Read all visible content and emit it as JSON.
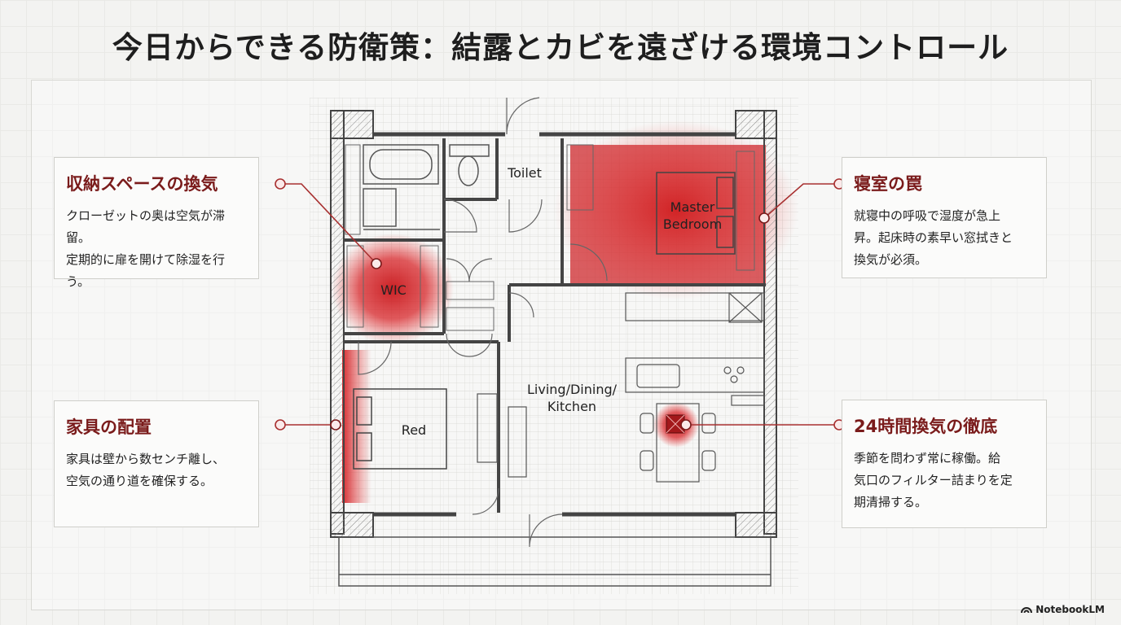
{
  "title": "今日からできる防衛策：結露とカビを遠ざける環境コントロール",
  "cards": {
    "storage": {
      "title": "収納スペースの換気",
      "text": "クローゼットの奥は空気が滞留。\n定期的に扉を開けて除湿を行う。"
    },
    "furniture": {
      "title": "家具の配置",
      "text": "家具は壁から数センチ離し、\n空気の通り道を確保する。"
    },
    "bedroom": {
      "title": "寝室の罠",
      "text": "就寝中の呼吸で湿度が急上\n昇。起床時の素早い窓拭きと\n換気が必須。"
    },
    "ventilation": {
      "title": "24時間換気の徹底",
      "text": "季節を問わず常に稼働。給\n気口のフィルター詰まりを定\n期清掃する。"
    }
  },
  "rooms": {
    "toilet": "Toilet",
    "master_bedroom": "Master\nBedroom",
    "wic": "WIC",
    "bed": "Red",
    "ldk": "Living/Dining/\nKitchen"
  },
  "brand": "NotebookLM",
  "colors": {
    "accent": "#7a1b1b",
    "hotspot": "#cc1c1c",
    "wall": "#555555"
  }
}
